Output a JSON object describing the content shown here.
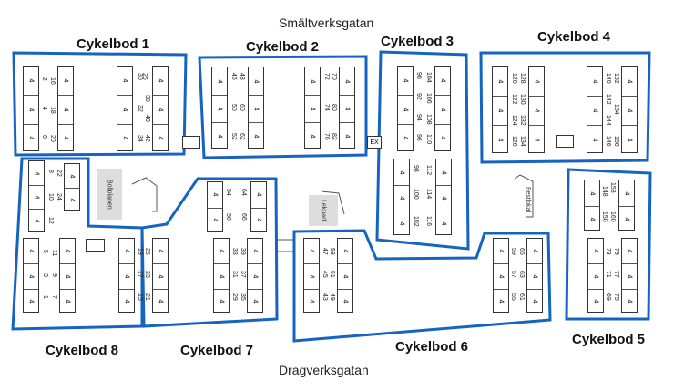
{
  "streets": {
    "top": "Smältverksgatan",
    "bottom": "Dragverksgatan"
  },
  "colors": {
    "zone_outline": "#1565c0",
    "grey_area": "#dddddd"
  },
  "zones": [
    {
      "name": "Cykelbod 1",
      "left_numbers": [
        "2",
        "4",
        "6"
      ],
      "inner_numbers": [
        "16",
        "18",
        "20"
      ],
      "right_numbers": [
        "26",
        "30",
        "38",
        "32",
        "40",
        "42",
        "34"
      ]
    },
    {
      "name": "Cykelbod 2",
      "left_numbers": [
        "46",
        "50",
        "52"
      ],
      "inner_numbers": [
        "48",
        "60",
        "62"
      ],
      "right_numbers": [
        "72",
        "74",
        "76"
      ],
      "right_inner": [
        "70",
        "80",
        "82"
      ]
    },
    {
      "name": "Cykelbod 3",
      "left_numbers": [
        "90",
        "92",
        "94",
        "96",
        "98",
        "100",
        "102"
      ],
      "right_numbers": [
        "104",
        "106",
        "108",
        "110",
        "112",
        "114",
        "116"
      ]
    },
    {
      "name": "Cykelbod 4",
      "left_numbers": [
        "120",
        "122",
        "124",
        "126"
      ],
      "inner_numbers": [
        "128",
        "130",
        "132",
        "134"
      ],
      "right_numbers": [
        "140",
        "142",
        "144",
        "146"
      ],
      "right_inner": [
        "152",
        "154",
        "156"
      ]
    },
    {
      "name": "Cykelbod 5",
      "top_left": [
        "148",
        "150"
      ],
      "top_right": [
        "158",
        "160"
      ],
      "left_numbers": [
        "73",
        "71",
        "69"
      ],
      "right_numbers": [
        "79",
        "77",
        "75"
      ]
    },
    {
      "name": "Cykelbod 6",
      "left_numbers": [
        "47",
        "45",
        "43"
      ],
      "inner_numbers": [
        "53",
        "51",
        "49"
      ],
      "right_numbers": [
        "59",
        "57",
        "55"
      ],
      "right_inner": [
        "65",
        "63",
        "61"
      ]
    },
    {
      "name": "Cykelbod 7",
      "top_left": [
        "54",
        "56"
      ],
      "top_right": [
        "64",
        "66"
      ],
      "left_numbers": [
        "25",
        "23",
        "21"
      ],
      "right_numbers": [
        "33",
        "31",
        "29"
      ],
      "right_inner": [
        "39",
        "37",
        "35"
      ]
    },
    {
      "name": "Cykelbod 8",
      "top_left": [
        "8",
        "10",
        "12"
      ],
      "top_right": [
        "22",
        "24"
      ],
      "left_numbers": [
        "5",
        "3",
        "1"
      ],
      "inner_numbers": [
        "11",
        "9",
        "7"
      ],
      "right_numbers": [
        "19",
        "17",
        "15"
      ]
    }
  ],
  "places": {
    "bollplanen": "Bollplanen",
    "lekpark": "Lekpark",
    "festlokal": "Festlokal",
    "exit": "EX"
  }
}
